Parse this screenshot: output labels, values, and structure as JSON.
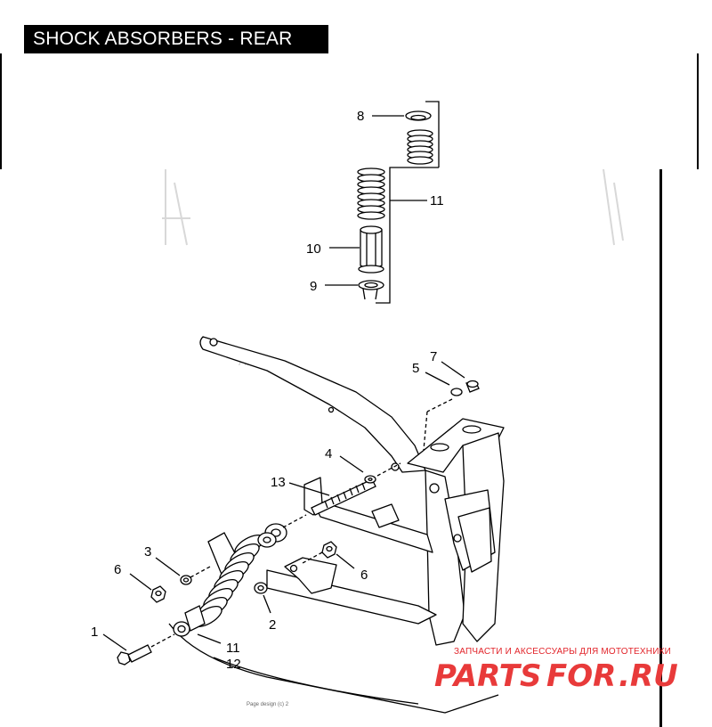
{
  "page": {
    "title": "SHOCK ABSORBERS - REAR",
    "footer_text": "Page design (c) 2",
    "faint_mark": "API"
  },
  "callouts": {
    "c1": "1",
    "c2": "2",
    "c3": "3",
    "c4": "4",
    "c5": "5",
    "c6a": "6",
    "c6b": "6",
    "c7": "7",
    "c8": "8",
    "c9": "9",
    "c10": "10",
    "c11a": "11",
    "c11b": "11",
    "c12": "12",
    "c13": "13"
  },
  "watermark": {
    "top_line": "ЗАПЧАСТИ И АКСЕССУАРЫ ДЛЯ МОТОТЕХНИКИ",
    "logo_left": "PARTS",
    "logo_mid": "FOR",
    "logo_right": ".RU",
    "color": "#e83a3a"
  }
}
